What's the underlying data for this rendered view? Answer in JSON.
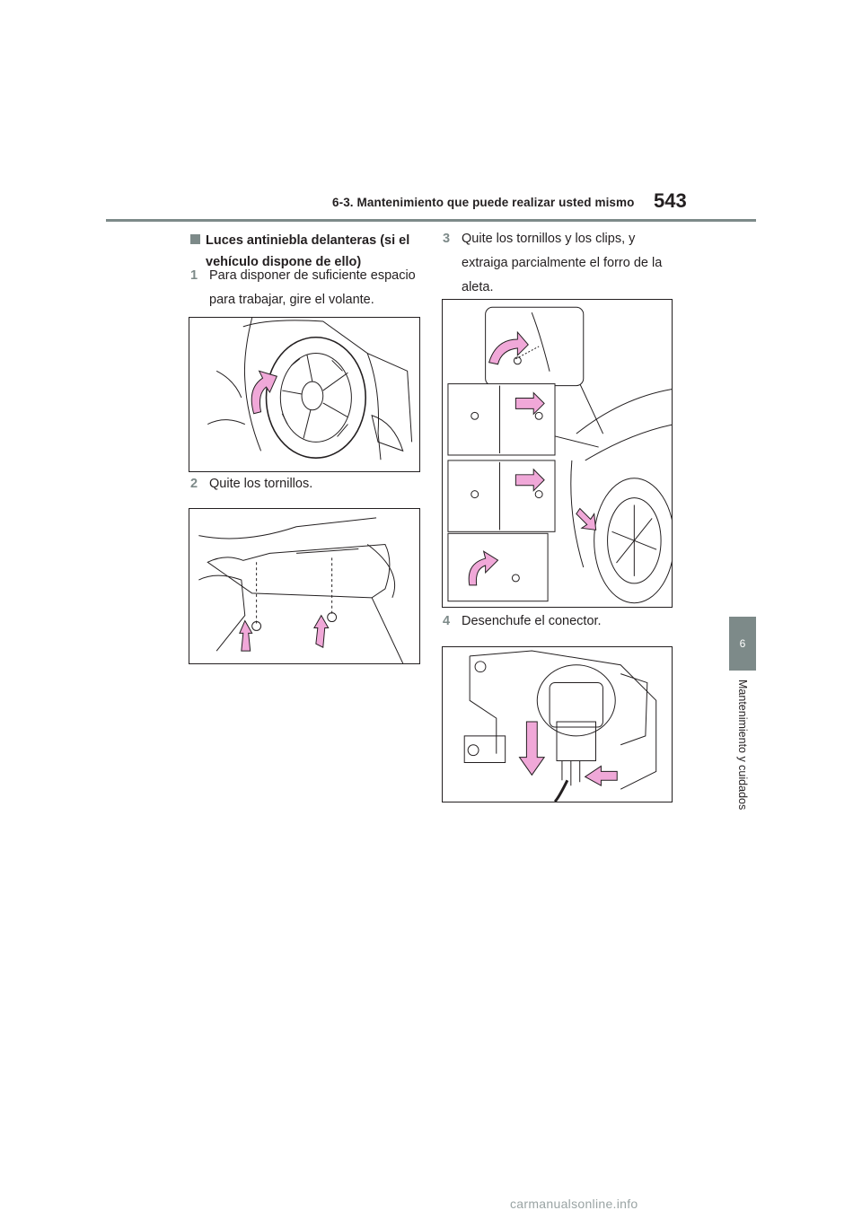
{
  "header": {
    "section_title": "6-3. Mantenimiento que puede realizar usted mismo",
    "page_number": "543"
  },
  "side_tab": {
    "chapter_number": "6",
    "chapter_title": "Mantenimiento y cuidados"
  },
  "content": {
    "section_heading": "Luces antiniebla delanteras (si el vehículo dispone de ello)",
    "steps": [
      {
        "number": "1",
        "text": "Para disponer de suficiente espacio para trabajar, gire el volante."
      },
      {
        "number": "2",
        "text": "Quite los tornillos."
      },
      {
        "number": "3",
        "text": "Quite los tornillos y los clips, y extraiga parcialmente el forro de la aleta."
      },
      {
        "number": "4",
        "text": "Desenchufe el conector."
      }
    ]
  },
  "footer": {
    "watermark": "carmanualsonline.info"
  },
  "colors": {
    "accent_gray": "#7d8a89",
    "arrow_pink": "#f0a8d8",
    "text": "#231f20"
  }
}
